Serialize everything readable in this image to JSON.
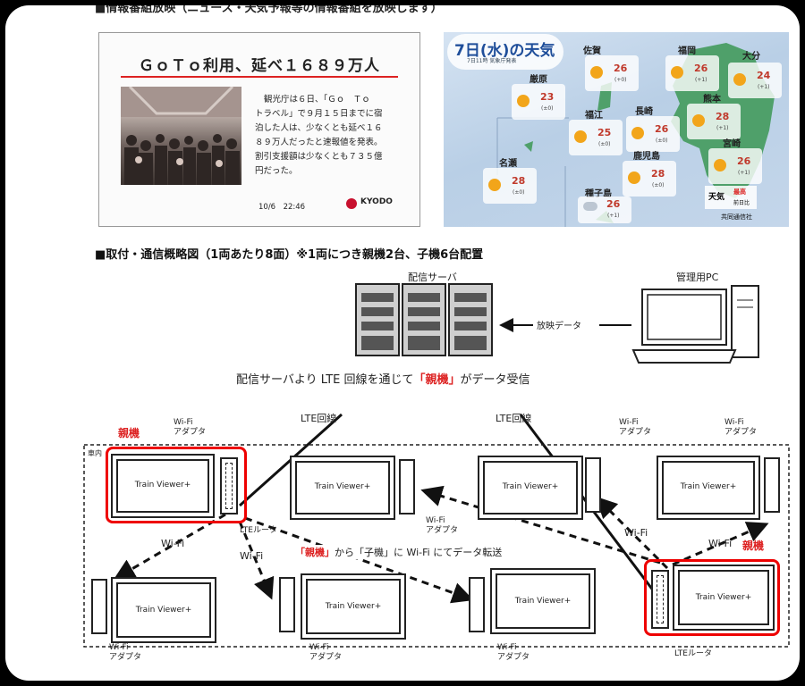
{
  "heading_top": "■情報番組放映（ニュース・天気予報等の情報番組を放映します）",
  "news": {
    "title": "ＧｏＴｏ利用、延べ１６８９万人",
    "body_lines": [
      "観光庁は６日、「Ｇｏ　Ｔｏ",
      "トラベル」で９月１５日までに宿",
      "泊した人は、少なくとも延べ１６",
      "８９万人だったと速報値を発表。",
      "割引支援額は少なくとも７３５億",
      "円だった。"
    ],
    "timestamp": "10/6　22:46",
    "logo": "KYODO"
  },
  "weather": {
    "title": "7日(水)の天気",
    "subtitle": "7日11時 気象庁発表",
    "cities": [
      {
        "name": "佐賀",
        "temp": "26",
        "diff": "(+0)"
      },
      {
        "name": "福岡",
        "temp": "26",
        "diff": "(+1)"
      },
      {
        "name": "大分",
        "temp": "24",
        "diff": "(+1)"
      },
      {
        "name": "厳原",
        "temp": "23",
        "diff": "(±0)"
      },
      {
        "name": "福江",
        "temp": "25",
        "diff": "(±0)"
      },
      {
        "name": "長崎",
        "temp": "26",
        "diff": "(±0)"
      },
      {
        "name": "熊本",
        "temp": "28",
        "diff": "(+1)"
      },
      {
        "name": "宮崎",
        "temp": "26",
        "diff": "(+1)"
      },
      {
        "name": "鹿児島",
        "temp": "28",
        "diff": "(±0)"
      },
      {
        "name": "名瀬",
        "temp": "28",
        "diff": "(±0)"
      },
      {
        "name": "種子島",
        "temp": "26",
        "diff": "(+1)"
      }
    ],
    "legend": "天気",
    "legend_red": "最高",
    "legend_sub": "前日比",
    "credit": "共同通信社"
  },
  "section_heading": "■取付・通信概略図（1両あたり8面）※1両につき親機2台、子機6台配置",
  "diagram": {
    "server_label": "配信サーバ",
    "pc_label": "管理用PC",
    "broadcast_data": "放映データ",
    "caption_pre": "配信サーバより LTE 回線を通じて",
    "caption_red": "「親機」",
    "caption_post": "がデータ受信",
    "lte_line": "LTE回線",
    "parent_label": "親機",
    "car_interior": "車内",
    "wifi": "Wi-Fi",
    "wifi_adapter_line1": "Wi-Fi",
    "wifi_adapter_line2": "アダプタ",
    "lte_router": "LTEルータ",
    "screen_label": "Train Viewer+",
    "transfer_red": "「親機」",
    "transfer_post": "から「子機」に Wi-Fi にてデータ転送"
  }
}
